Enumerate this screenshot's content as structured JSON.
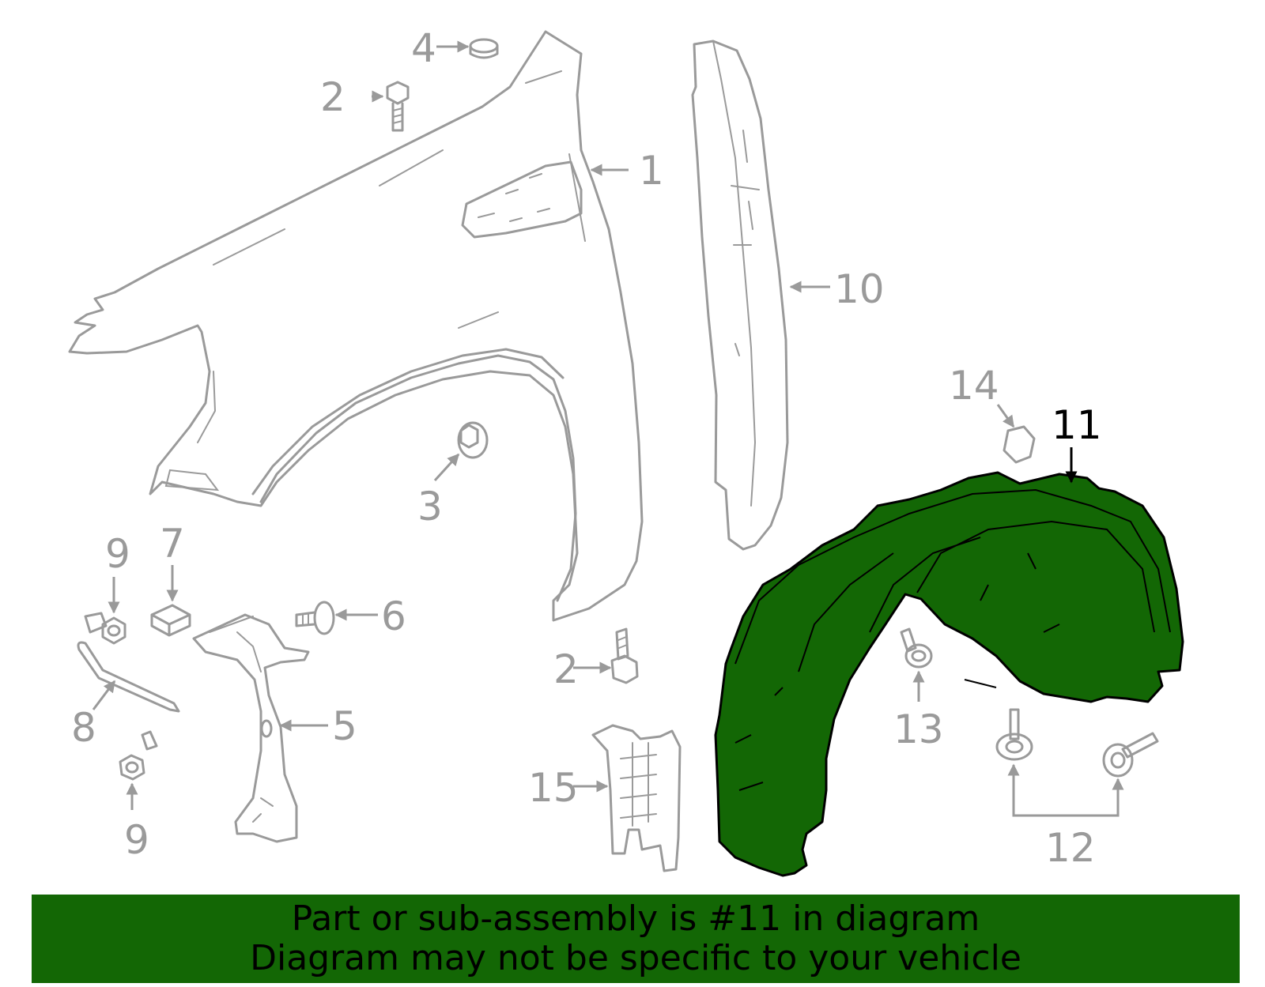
{
  "colors": {
    "highlight_fill": "#136705",
    "outline": "#9a9a9a",
    "banner": "#136705",
    "text_dark": "#000000"
  },
  "callouts": {
    "c1": "1",
    "c2a": "2",
    "c2b": "2",
    "c3": "3",
    "c4": "4",
    "c5": "5",
    "c6": "6",
    "c7": "7",
    "c8": "8",
    "c9a": "9",
    "c9b": "9",
    "c10": "10",
    "c11": "11",
    "c12": "12",
    "c13": "13",
    "c14": "14",
    "c15": "15"
  },
  "highlighted_part": "11",
  "banner": {
    "line1": "Part or sub-assembly is #11 in diagram",
    "line2": "Diagram may not be specific to your vehicle"
  }
}
